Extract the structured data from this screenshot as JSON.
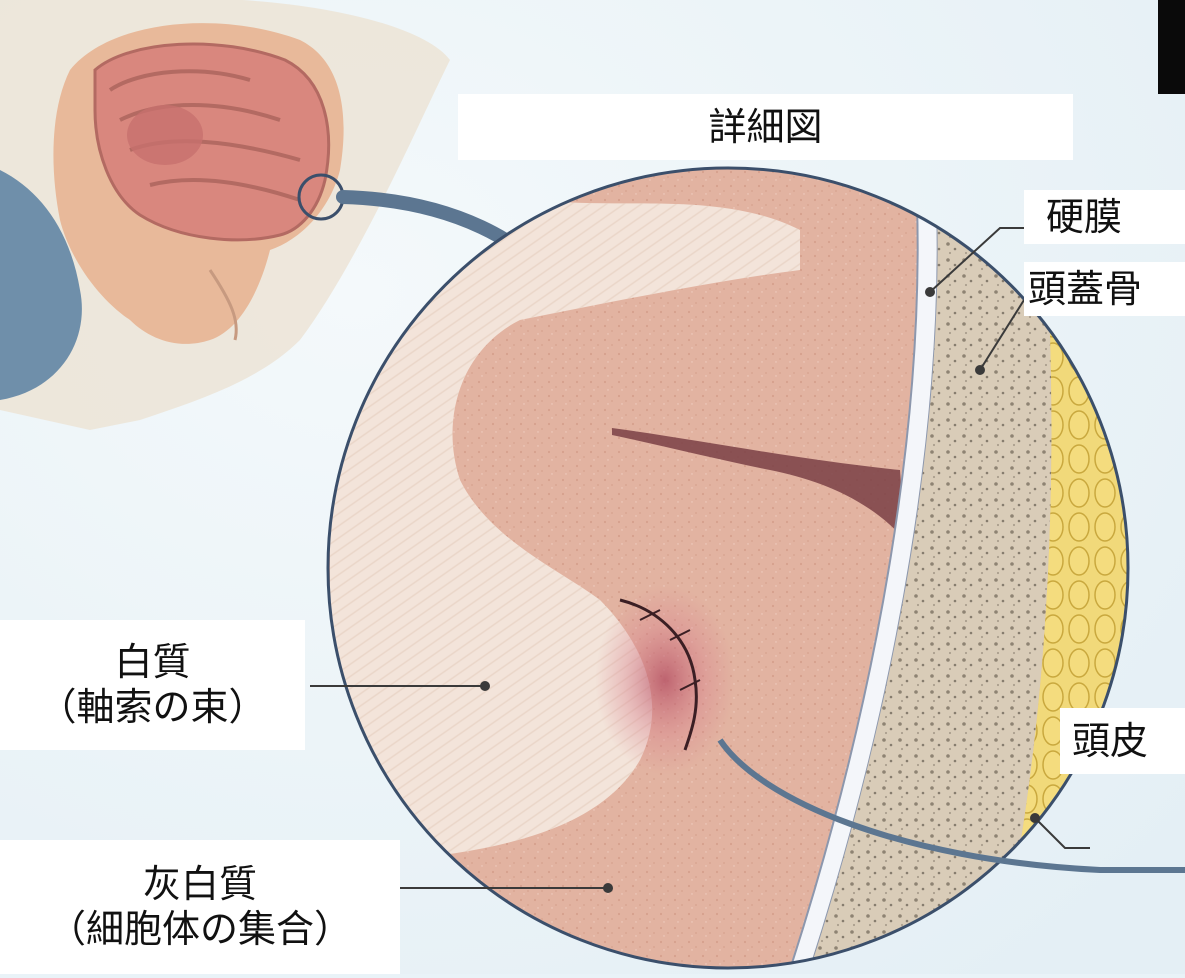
{
  "diagram": {
    "title": "詳細図",
    "labels": {
      "dura": "硬膜",
      "skull": "頭蓋骨",
      "scalp": "頭皮",
      "white_matter": {
        "line1": "白質",
        "line2": "（軸索の束）"
      },
      "gray_matter": {
        "line1": "灰白質",
        "line2": "（細胞体の集合）"
      }
    },
    "colors": {
      "background": "#e9f3f8",
      "arrow": "#5c7691",
      "gray_matter": "#e2b3a1",
      "white_matter": "#f3e4da",
      "bone": "#d9ccb8",
      "scalp_fat": "#f1d97a",
      "dura": "#f4f6fa",
      "injury": "#b2495f",
      "leader_line": "#3a3a3a"
    }
  }
}
